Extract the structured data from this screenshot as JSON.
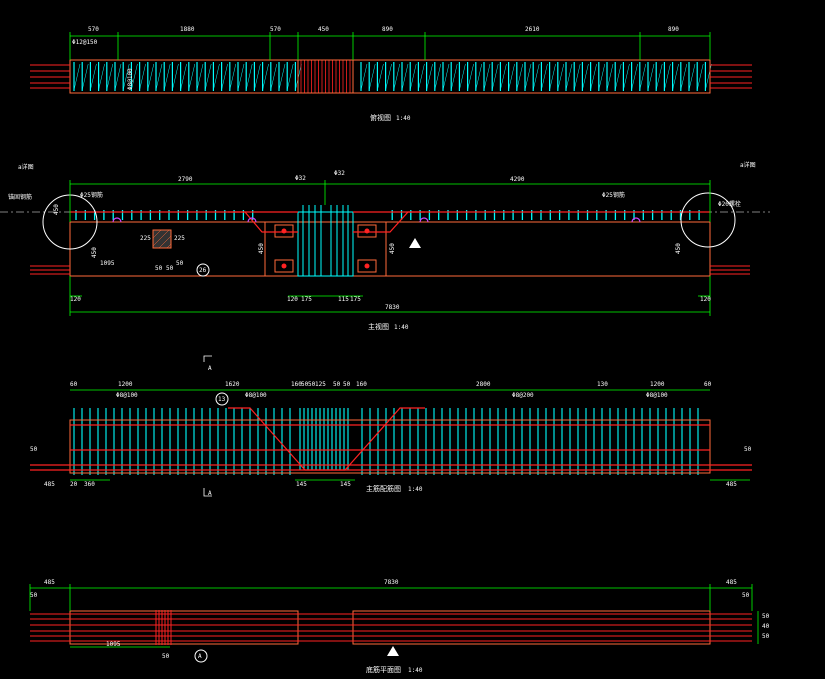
{
  "colors": {
    "background": "#000000",
    "outline": "#ff6a3a",
    "rebar_red": "#ff2222",
    "stirrup_cyan": "#00ffff",
    "dimension_green": "#00ff00",
    "text": "#ffffff",
    "hook_magenta": "#cc44ff"
  },
  "view1": {
    "dims": [
      "570",
      "1880",
      "570",
      "450",
      "890",
      "2610",
      "890"
    ],
    "note": "Φ12@150",
    "side": "Φ8@100",
    "title": "俯视图",
    "scale": "1:40"
  },
  "view2": {
    "dims_top": [
      "2790",
      "4290"
    ],
    "dims_bottom": [
      "120",
      "120",
      "175",
      "115",
      "175",
      "120"
    ],
    "total": "7830",
    "label_left_circle": "a详图",
    "label_right_circle": "a详图",
    "label_support": "锚固钢筋",
    "label_rebar_left": "Φ25钢筋",
    "label_rebar_right": "Φ25钢筋",
    "label_top_mid1": "Φ32",
    "label_top_mid2": "Φ32",
    "label_bolt": "Φ20螺栓",
    "heights": [
      "450",
      "450",
      "450",
      "450",
      "450"
    ],
    "minor": [
      "1095",
      "225",
      "225",
      "50",
      "50",
      "50"
    ],
    "tag": "26",
    "title": "主视图",
    "scale": "1:40"
  },
  "view3": {
    "dims_top": [
      "60",
      "1200",
      "1620",
      "160",
      "50",
      "50",
      "125",
      "50",
      "50",
      "160",
      "2800",
      "130",
      "1200",
      "60"
    ],
    "spacing": [
      "Φ8@100",
      "Φ8@100",
      "Φ8@200",
      "Φ8@100"
    ],
    "left_side": "50",
    "right_side": "50",
    "dims_bottom": [
      "485",
      "20",
      "360",
      "145",
      "145",
      "485"
    ],
    "tag": "13",
    "section": "A",
    "title": "主筋配筋图",
    "scale": "1:40"
  },
  "view4": {
    "dims_top": [
      "485",
      "7830",
      "485"
    ],
    "side_left": "50",
    "side_right": "50",
    "dims_right": [
      "50",
      "40",
      "50"
    ],
    "dim_bottom": "1095",
    "dim_bottom2": "50",
    "tag": "A",
    "title": "底筋平面图",
    "scale": "1:40"
  }
}
